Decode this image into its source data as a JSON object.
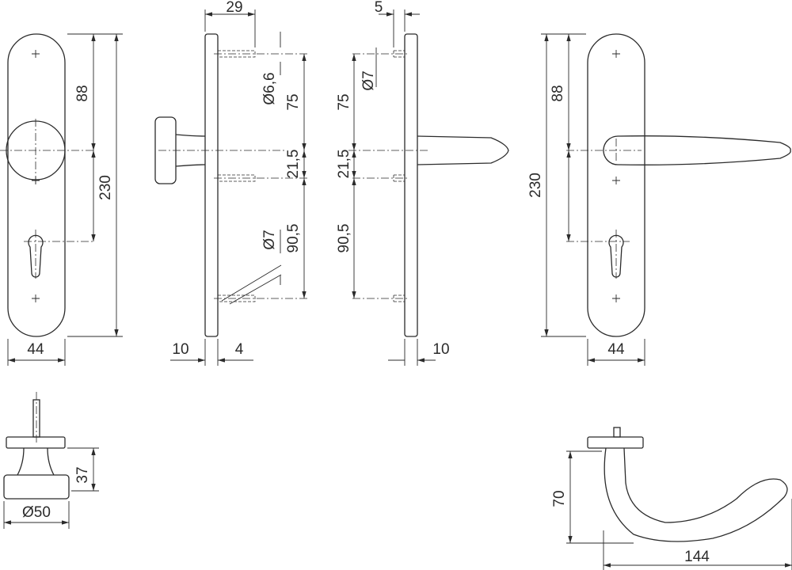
{
  "drawing": {
    "front_knob_plate": {
      "dim_center": "88",
      "dim_height": "230",
      "dim_width": "44"
    },
    "side_knob_plate": {
      "dim_pin_offset": "29",
      "dim_hole_top": "Ø6,6",
      "dim_upper": "75",
      "dim_middle": "21,5",
      "dim_hole_bottom": "Ø7",
      "dim_lower": "90,5",
      "dim_plate": "10",
      "dim_gap": "4"
    },
    "side_lever_plate": {
      "dim_pin_offset": "5",
      "dim_hole": "Ø7",
      "dim_upper": "75",
      "dim_middle": "21,5",
      "dim_lower": "90,5",
      "dim_plate": "10"
    },
    "front_lever_plate": {
      "dim_height": "230",
      "dim_center": "88",
      "dim_width": "44"
    },
    "knob_profile": {
      "dim_projection": "37",
      "dim_diameter": "Ø50"
    },
    "lever_profile": {
      "dim_projection": "70",
      "dim_length": "144"
    }
  }
}
